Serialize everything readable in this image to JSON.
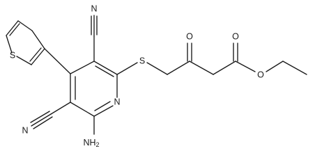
{
  "molecule": {
    "atoms": {
      "sulfur_ring": "S",
      "sulfur_thioether": "S",
      "nitrile_n_top": "N",
      "nitrile_n_left": "N",
      "pyridine_n": "N",
      "amino": "NH",
      "amino_sub": "2",
      "keto_o": "O",
      "ester_carbonyl_o": "O",
      "ester_o": "O"
    }
  }
}
